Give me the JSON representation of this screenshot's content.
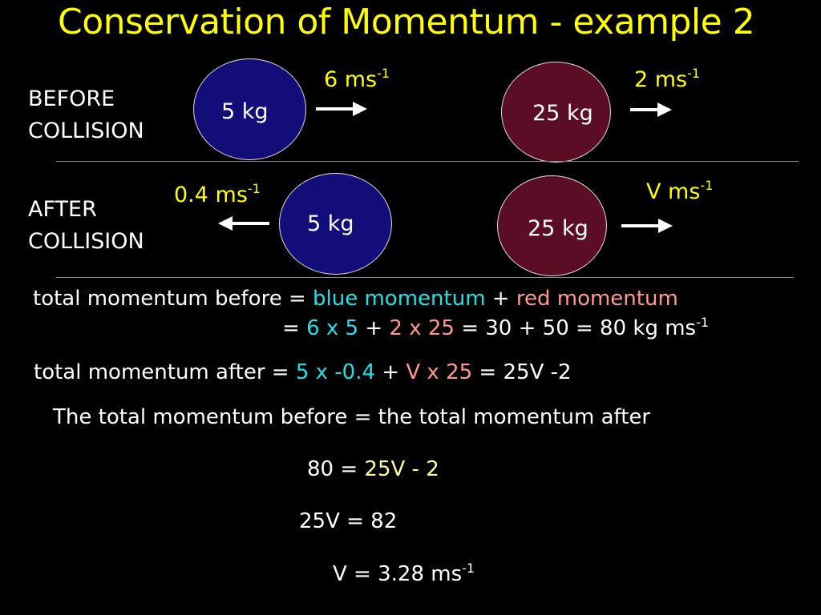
{
  "title": "Conservation of Momentum - example 2",
  "before": {
    "label_line1": "BEFORE",
    "label_line2": "COLLISION",
    "blue_mass": "5 kg",
    "red_mass": "25 kg",
    "blue_speed": "6 ms",
    "red_speed": "2 ms",
    "unit_exp": "-1"
  },
  "after": {
    "label_line1": "AFTER",
    "label_line2": "COLLISION",
    "blue_mass": "5 kg",
    "red_mass": "25 kg",
    "blue_speed": "0.4 ms",
    "red_speed": "V ms",
    "unit_exp": "-1"
  },
  "equations": {
    "before_prefix": "total momentum before = ",
    "blue_momentum": "blue momentum",
    "plus": " + ",
    "red_momentum": "red momentum",
    "line2_eq": "= ",
    "blue_product": "6 x 5",
    "plus2": "  +  ",
    "red_product": "2 x 25",
    "line2_rest": " = 30 + 50 = 80 kg ms",
    "line2_exp": "-1",
    "after_prefix": "total momentum after = ",
    "after_blue": "5 x -0.4",
    "after_plus": " +  ",
    "after_red": "V x 25",
    "after_rest": " = 25V -2",
    "statement": "The total momentum before = the total momentum after",
    "eq1_left": "80 =  ",
    "eq1_right": "25V - 2",
    "eq2": "25V = 82",
    "eq3": "V = 3.28 ms",
    "eq3_exp": "-1"
  }
}
